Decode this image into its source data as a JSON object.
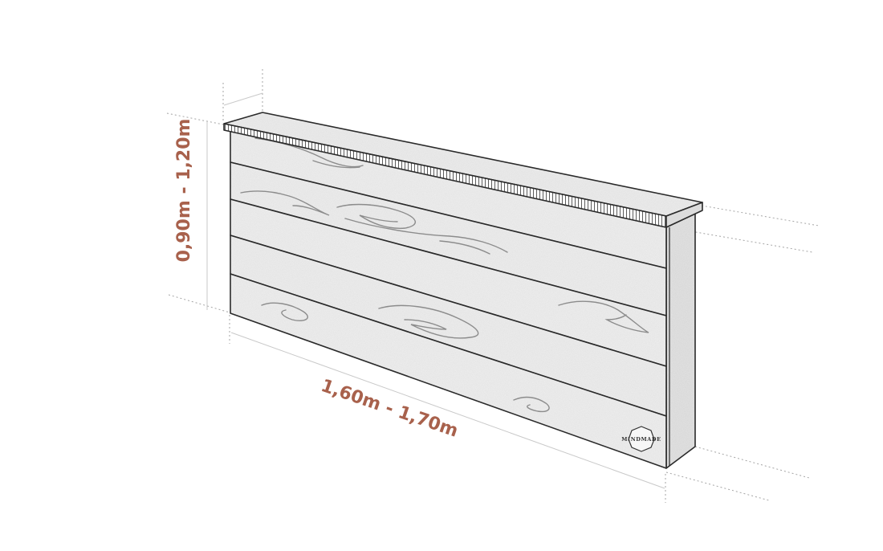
{
  "dimensions": {
    "height_label": "0,90m - 1,20m",
    "width_label": "1,60m - 1,70m"
  },
  "brand": {
    "logo_text": "MINDMADE"
  },
  "colors": {
    "dimension_text": "#a8614c",
    "outline": "#2b2b2b",
    "guide_line": "#9a9a9a",
    "board_fill": "#f4f4f4",
    "side_fill": "#e9e9e9",
    "grain": "#8a8a8a"
  }
}
